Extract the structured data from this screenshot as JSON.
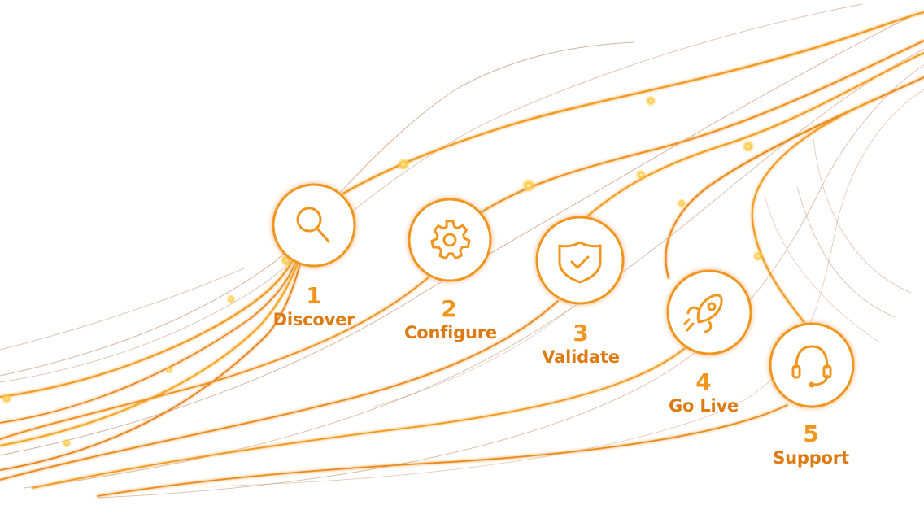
{
  "colors": {
    "accent": "#f0961e",
    "accent_dark": "#dd7a12",
    "glow": "#ffcc55",
    "thread": "#b0673a",
    "background": "#ffffff"
  },
  "steps": [
    {
      "number": "1",
      "label": "Discover",
      "icon": "magnifier-icon"
    },
    {
      "number": "2",
      "label": "Configure",
      "icon": "gear-icon"
    },
    {
      "number": "3",
      "label": "Validate",
      "icon": "shield-check-icon"
    },
    {
      "number": "4",
      "label": "Go Live",
      "icon": "rocket-icon"
    },
    {
      "number": "5",
      "label": "Support",
      "icon": "headset-icon"
    }
  ]
}
